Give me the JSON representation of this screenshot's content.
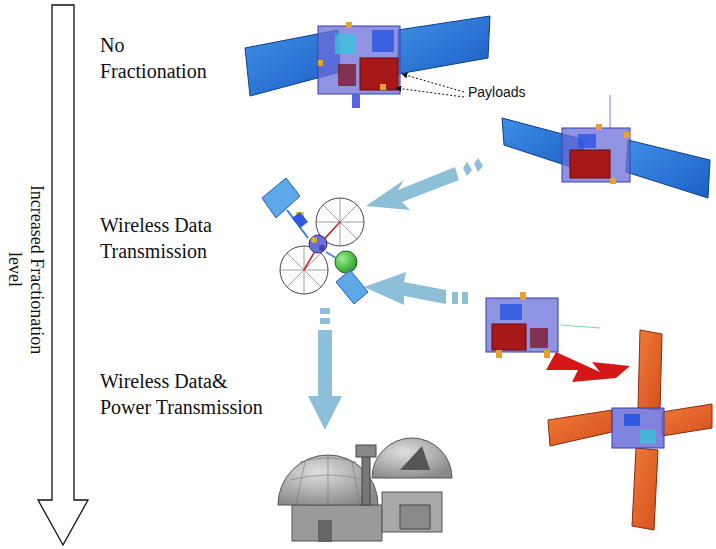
{
  "diagram": {
    "labels": [
      "Increased Fractionation level",
      "No Fractionation",
      "Payloads",
      "Wireless Data Transmission",
      "Wireless Data& Power Transmission"
    ]
  }
}
